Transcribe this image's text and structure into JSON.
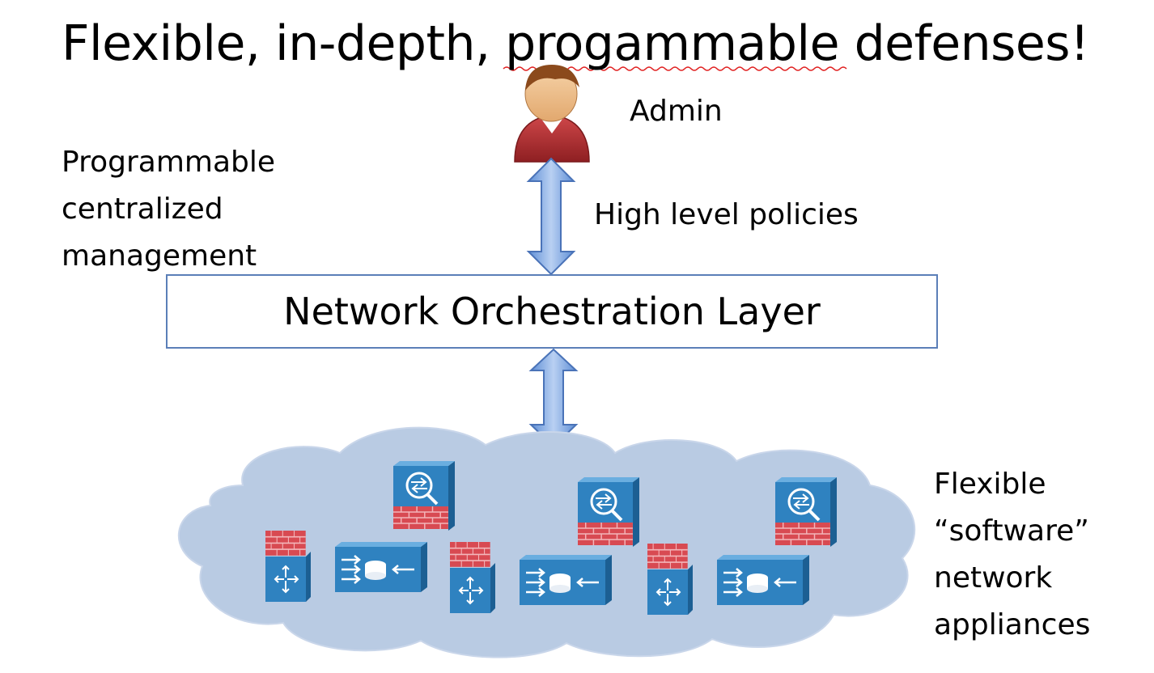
{
  "title": "Flexible, in-depth, progammable defenses!",
  "actor": {
    "label": "Admin",
    "icon": "admin-person-icon"
  },
  "management_label": [
    "Programmable",
    "centralized",
    "management"
  ],
  "policies_label": "High level policies",
  "orchestration_layer": "Network Orchestration Layer",
  "appliances_label": [
    "Flexible",
    "“software”",
    "network",
    "appliances"
  ],
  "colors": {
    "arrow_fill": "#7aa3dc",
    "arrow_stroke": "#4a73b8",
    "box_border": "#5b7fb8",
    "cloud_fill": "#b9cbe3",
    "appliance_blue": "#2f82c0",
    "firewall_red": "#d84a52",
    "spellcheck_underline": "#e02020"
  },
  "appliances": [
    {
      "type": "ips-sensor-icon"
    },
    {
      "type": "firewall-router-icon"
    },
    {
      "type": "load-balancer-icon"
    },
    {
      "type": "ips-sensor-icon"
    },
    {
      "type": "firewall-router-icon"
    },
    {
      "type": "load-balancer-icon"
    },
    {
      "type": "ips-sensor-icon"
    },
    {
      "type": "firewall-router-icon"
    },
    {
      "type": "load-balancer-icon"
    }
  ]
}
